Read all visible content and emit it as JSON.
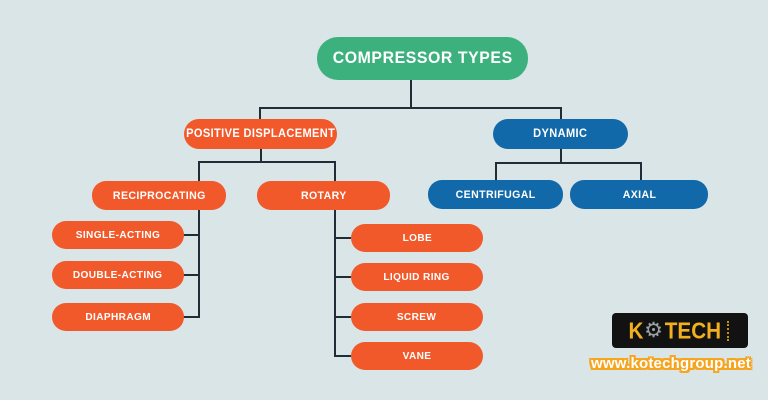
{
  "diagram": {
    "title": "COMPRESSOR TYPES",
    "nodes": {
      "positive_displacement": "POSITIVE DISPLACEMENT",
      "dynamic": "DYNAMIC",
      "reciprocating": "RECIPROCATING",
      "rotary": "ROTARY",
      "centrifugal": "CENTRIFUGAL",
      "axial": "AXIAL",
      "single_acting": "SINGLE-ACTING",
      "double_acting": "DOUBLE-ACTING",
      "diaphragm": "DIAPHRAGM",
      "lobe": "LOBE",
      "liquid_ring": "LIQUID RING",
      "screw": "SCREW",
      "vane": "VANE"
    },
    "hierarchy": {
      "COMPRESSOR TYPES": {
        "POSITIVE DISPLACEMENT": {
          "RECIPROCATING": [
            "SINGLE-ACTING",
            "DOUBLE-ACTING",
            "DIAPHRAGM"
          ],
          "ROTARY": [
            "LOBE",
            "LIQUID RING",
            "SCREW",
            "VANE"
          ]
        },
        "DYNAMIC": {
          "CENTRIFUGAL": [],
          "AXIAL": []
        }
      }
    }
  },
  "branding": {
    "logo_prefix": "K",
    "logo_suffix": "TECH",
    "gear_icon": "⚙",
    "website": "www.kotechgroup.net"
  },
  "colors": {
    "background": "#d9e5e7",
    "node_green": "#3cb17e",
    "node_orange": "#f1592b",
    "node_blue": "#1269aa",
    "connector": "#1e2d36",
    "node_text": "#ffffff",
    "logo_bg": "#121212",
    "logo_gold": "#f2b01e",
    "url_fill": "#ffffff",
    "url_outline": "#f6a41e"
  }
}
